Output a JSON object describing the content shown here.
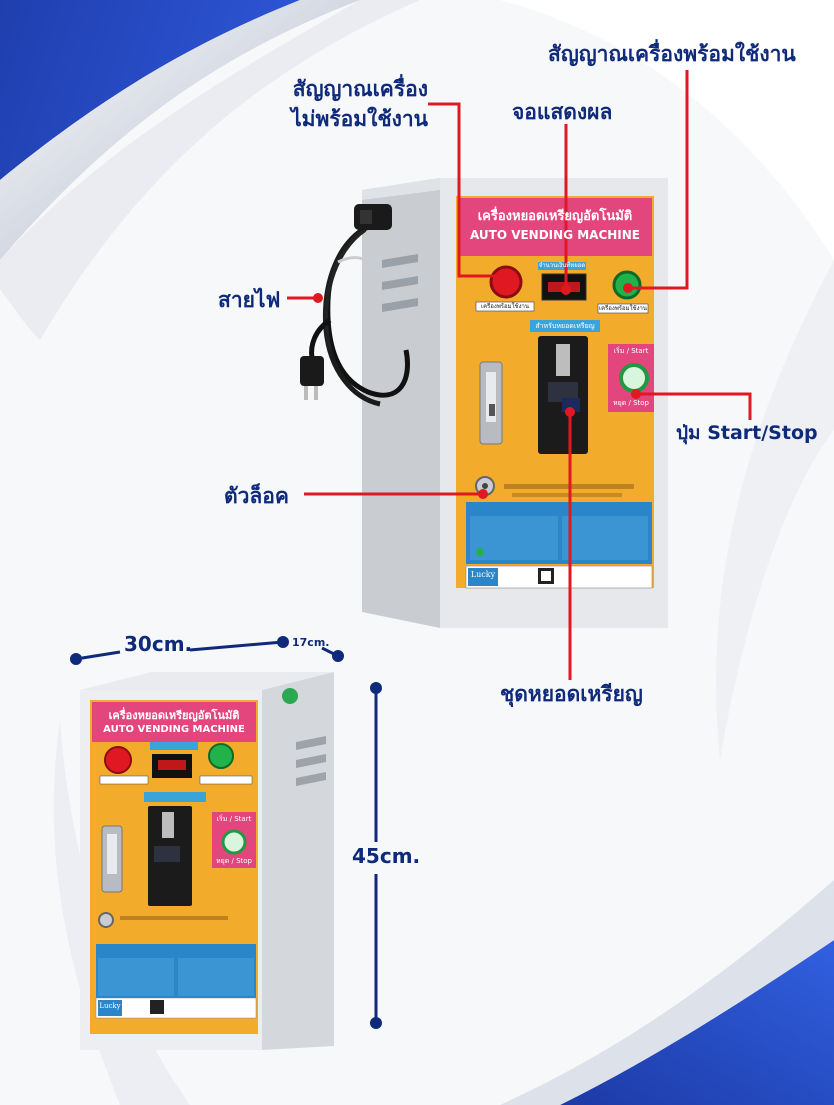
{
  "labels": {
    "not_ready": "สัญญาณเครื่อง\nไม่พร้อมใช้งาน",
    "display": "จอแสดงผล",
    "ready": "สัญญาณเครื่องพร้อมใช้งาน",
    "power_cord": "สายไฟ",
    "start_stop": "ปุ่ม Start/Stop",
    "lock": "ตัวล็อค",
    "coin_slot": "ชุดหยอดเหรียญ"
  },
  "dimensions": {
    "width": "30cm.",
    "depth": "17cm.",
    "height": "45cm."
  },
  "panel": {
    "title_th": "เครื่องหยอดเหรียญอัตโนมัติ",
    "title_en": "AUTO VENDING MACHINE",
    "led_left": "เครื่องพร้อมใช้งาน",
    "led_right": "เครื่องพร้อมใช้งาน",
    "display_header": "จำนวนเงินที่หยอด",
    "coin_header": "สำหรับหยอดเหรียญ",
    "start": "เริ่ม / Start",
    "stop": "หยุด / Stop",
    "brand": "Lucky"
  },
  "colors": {
    "accent_blue": "#0f2a7a",
    "pointer_red": "#e01822",
    "panel_orange": "#f3ab2c",
    "title_pink": "#e3467c"
  }
}
